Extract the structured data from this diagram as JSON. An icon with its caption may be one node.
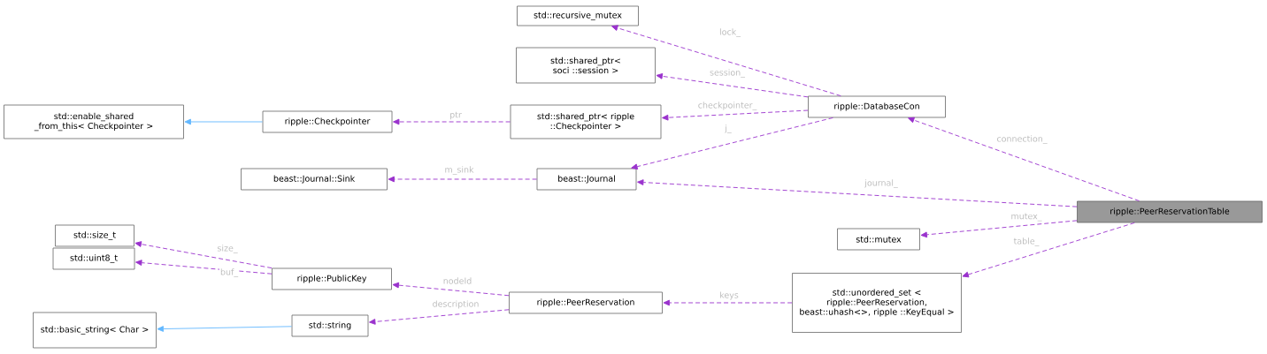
{
  "diagram": {
    "nodes": [
      {
        "text": [
          "std::recursive_mutex"
        ]
      },
      {
        "text": [
          "std::shared_ptr< soci ::session >"
        ]
      },
      {
        "text": [
          "std::enable_shared _from_this< Checkpointer >"
        ]
      },
      {
        "text": [
          "ripple::Checkpointer"
        ]
      },
      {
        "text": [
          "std::shared_ptr< ripple ::Checkpointer >"
        ]
      },
      {
        "text": [
          "ripple::DatabaseCon"
        ]
      },
      {
        "text": [
          "beast::Journal::Sink"
        ]
      },
      {
        "text": [
          "beast::Journal"
        ]
      },
      {
        "text": [
          "ripple::PeerReservationTable"
        ]
      },
      {
        "text": [
          "std::mutex"
        ]
      },
      {
        "text": [
          "std::size_t"
        ]
      },
      {
        "text": [
          "std::uint8_t"
        ]
      },
      {
        "text": [
          "ripple::PublicKey"
        ]
      },
      {
        "text": [
          "std::basic_string< Char >"
        ]
      },
      {
        "text": [
          "std::string"
        ]
      },
      {
        "text": [
          "ripple::PeerReservation"
        ]
      },
      {
        "text": [
          "std::unordered_set < ripple::PeerReservation, beast::uhash<>, ripple ::KeyEqual >"
        ]
      }
    ],
    "edges": [
      {
        "from": 5,
        "to": 0,
        "arrow": "to",
        "label": "lock_",
        "style": "dashed"
      },
      {
        "from": 5,
        "to": 1,
        "arrow": "to",
        "label": "session_",
        "style": "dashed"
      },
      {
        "from": 5,
        "to": 4,
        "arrow": "to",
        "label": "checkpointer_",
        "style": "dashed"
      },
      {
        "from": 4,
        "to": 3,
        "arrow": "to",
        "label": "ptr",
        "style": "dashed"
      },
      {
        "from": 3,
        "to": 2,
        "arrow": "to",
        "color": "#63b8ff"
      },
      {
        "from": 5,
        "to": 7,
        "arrow": "to",
        "label": "j_",
        "style": "dashed"
      },
      {
        "from": 7,
        "to": 6,
        "arrow": "to",
        "label": "m_sink",
        "style": "dashed"
      },
      {
        "from": 8,
        "to": 5,
        "arrow": "to",
        "label": "connection_",
        "style": "dashed"
      },
      {
        "from": 8,
        "to": 7,
        "arrow": "to",
        "label": "journal_",
        "style": "dashed"
      },
      {
        "from": 8,
        "to": 9,
        "arrow": "to",
        "label": "mutex_",
        "style": "dashed"
      },
      {
        "from": 8,
        "to": 16,
        "arrow": "to",
        "label": "table_",
        "style": "dashed"
      },
      {
        "from": 16,
        "to": 15,
        "arrow": "to",
        "label": "keys",
        "style": "dashed"
      },
      {
        "from": 15,
        "to": 12,
        "arrow": "to",
        "label": "nodeId",
        "style": "dashed"
      },
      {
        "from": 15,
        "to": 14,
        "arrow": "to",
        "label": "description",
        "style": "dashed"
      },
      {
        "from": 12,
        "to": 10,
        "arrow": "to",
        "label": "size_",
        "style": "dashed"
      },
      {
        "from": 12,
        "to": 11,
        "arrow": "to",
        "label": "buf_",
        "style": "dashed"
      },
      {
        "from": 14,
        "to": 13,
        "arrow": "to",
        "color": "#63b8ff"
      }
    ]
  }
}
